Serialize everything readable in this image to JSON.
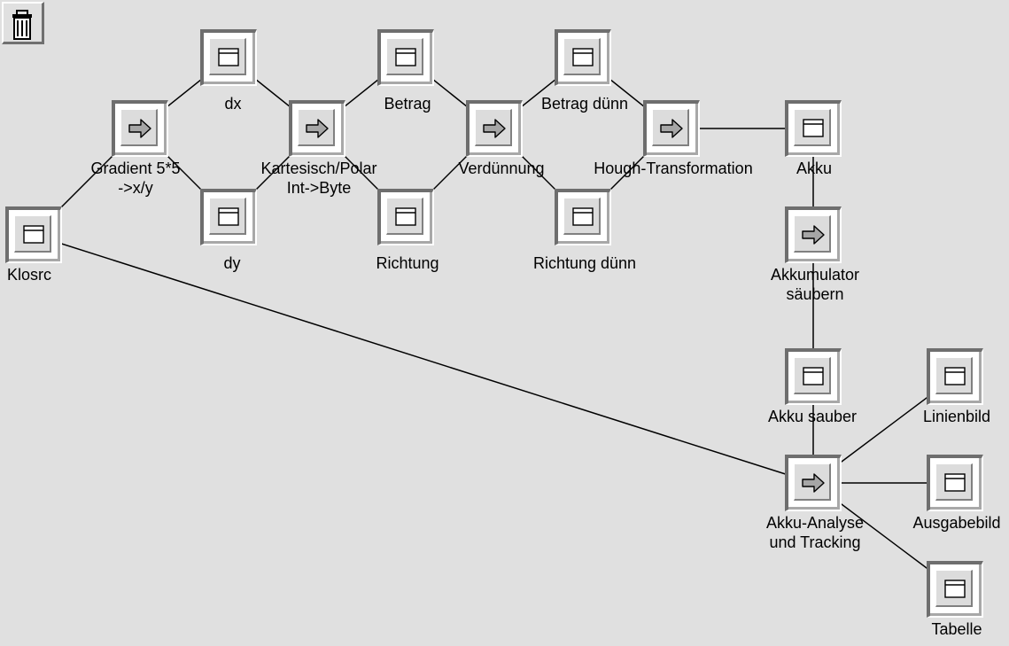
{
  "diagram": {
    "nodes": [
      {
        "id": "klosrc",
        "icon": "window-icon",
        "label": "Klosrc"
      },
      {
        "id": "gradient",
        "icon": "arrow-right-icon",
        "label": "Gradient 5*5\n->x/y"
      },
      {
        "id": "dx",
        "icon": "window-icon",
        "label": "dx"
      },
      {
        "id": "dy",
        "icon": "window-icon",
        "label": "dy"
      },
      {
        "id": "kartesisch",
        "icon": "arrow-right-icon",
        "label": "Kartesisch/Polar\nInt->Byte"
      },
      {
        "id": "betrag",
        "icon": "window-icon",
        "label": "Betrag"
      },
      {
        "id": "richtung",
        "icon": "window-icon",
        "label": "Richtung"
      },
      {
        "id": "verduennung",
        "icon": "arrow-right-icon",
        "label": "Verdünnung"
      },
      {
        "id": "betrag-duenn",
        "icon": "window-icon",
        "label": "Betrag dünn"
      },
      {
        "id": "richtung-duenn",
        "icon": "window-icon",
        "label": "Richtung dünn"
      },
      {
        "id": "hough",
        "icon": "arrow-right-icon",
        "label": "Hough-Transformation"
      },
      {
        "id": "akku",
        "icon": "window-icon",
        "label": "Akku"
      },
      {
        "id": "akkumulator",
        "icon": "arrow-right-icon",
        "label": "Akkumulator\nsäubern"
      },
      {
        "id": "akku-sauber",
        "icon": "window-icon",
        "label": "Akku sauber"
      },
      {
        "id": "analyse",
        "icon": "arrow-right-icon",
        "label": "Akku-Analyse\nund Tracking"
      },
      {
        "id": "linienbild",
        "icon": "window-icon",
        "label": "Linienbild"
      },
      {
        "id": "ausgabebild",
        "icon": "window-icon",
        "label": "Ausgabebild"
      },
      {
        "id": "tabelle",
        "icon": "window-icon",
        "label": "Tabelle"
      }
    ],
    "edges": [
      [
        "klosrc",
        "gradient"
      ],
      [
        "gradient",
        "dx"
      ],
      [
        "gradient",
        "dy"
      ],
      [
        "dx",
        "kartesisch"
      ],
      [
        "dy",
        "kartesisch"
      ],
      [
        "kartesisch",
        "betrag"
      ],
      [
        "kartesisch",
        "richtung"
      ],
      [
        "betrag",
        "verduennung"
      ],
      [
        "richtung",
        "verduennung"
      ],
      [
        "verduennung",
        "betrag-duenn"
      ],
      [
        "verduennung",
        "richtung-duenn"
      ],
      [
        "betrag-duenn",
        "hough"
      ],
      [
        "richtung-duenn",
        "hough"
      ],
      [
        "hough",
        "akku"
      ],
      [
        "akku",
        "akkumulator"
      ],
      [
        "akkumulator",
        "akku-sauber"
      ],
      [
        "akku-sauber",
        "analyse"
      ],
      [
        "klosrc",
        "analyse"
      ],
      [
        "analyse",
        "linienbild"
      ],
      [
        "analyse",
        "ausgabebild"
      ],
      [
        "analyse",
        "tabelle"
      ]
    ]
  },
  "toolbar": {
    "trash_icon": "trash-icon"
  }
}
